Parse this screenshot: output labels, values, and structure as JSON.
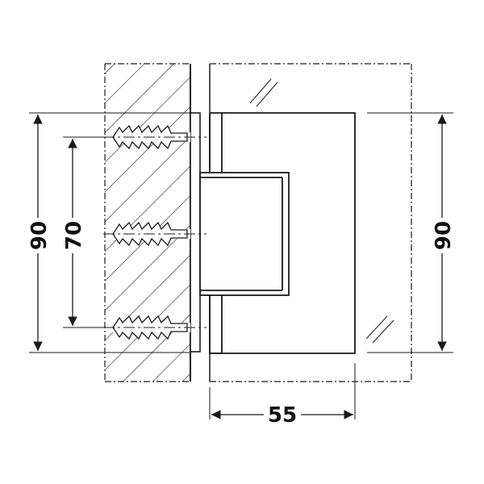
{
  "drawing": {
    "dimensions": {
      "left_outer": "90",
      "left_inner": "70",
      "right_outer": "90",
      "bottom_width": "55"
    },
    "colors": {
      "line": "#1a1a1a",
      "background": "#ffffff"
    }
  }
}
